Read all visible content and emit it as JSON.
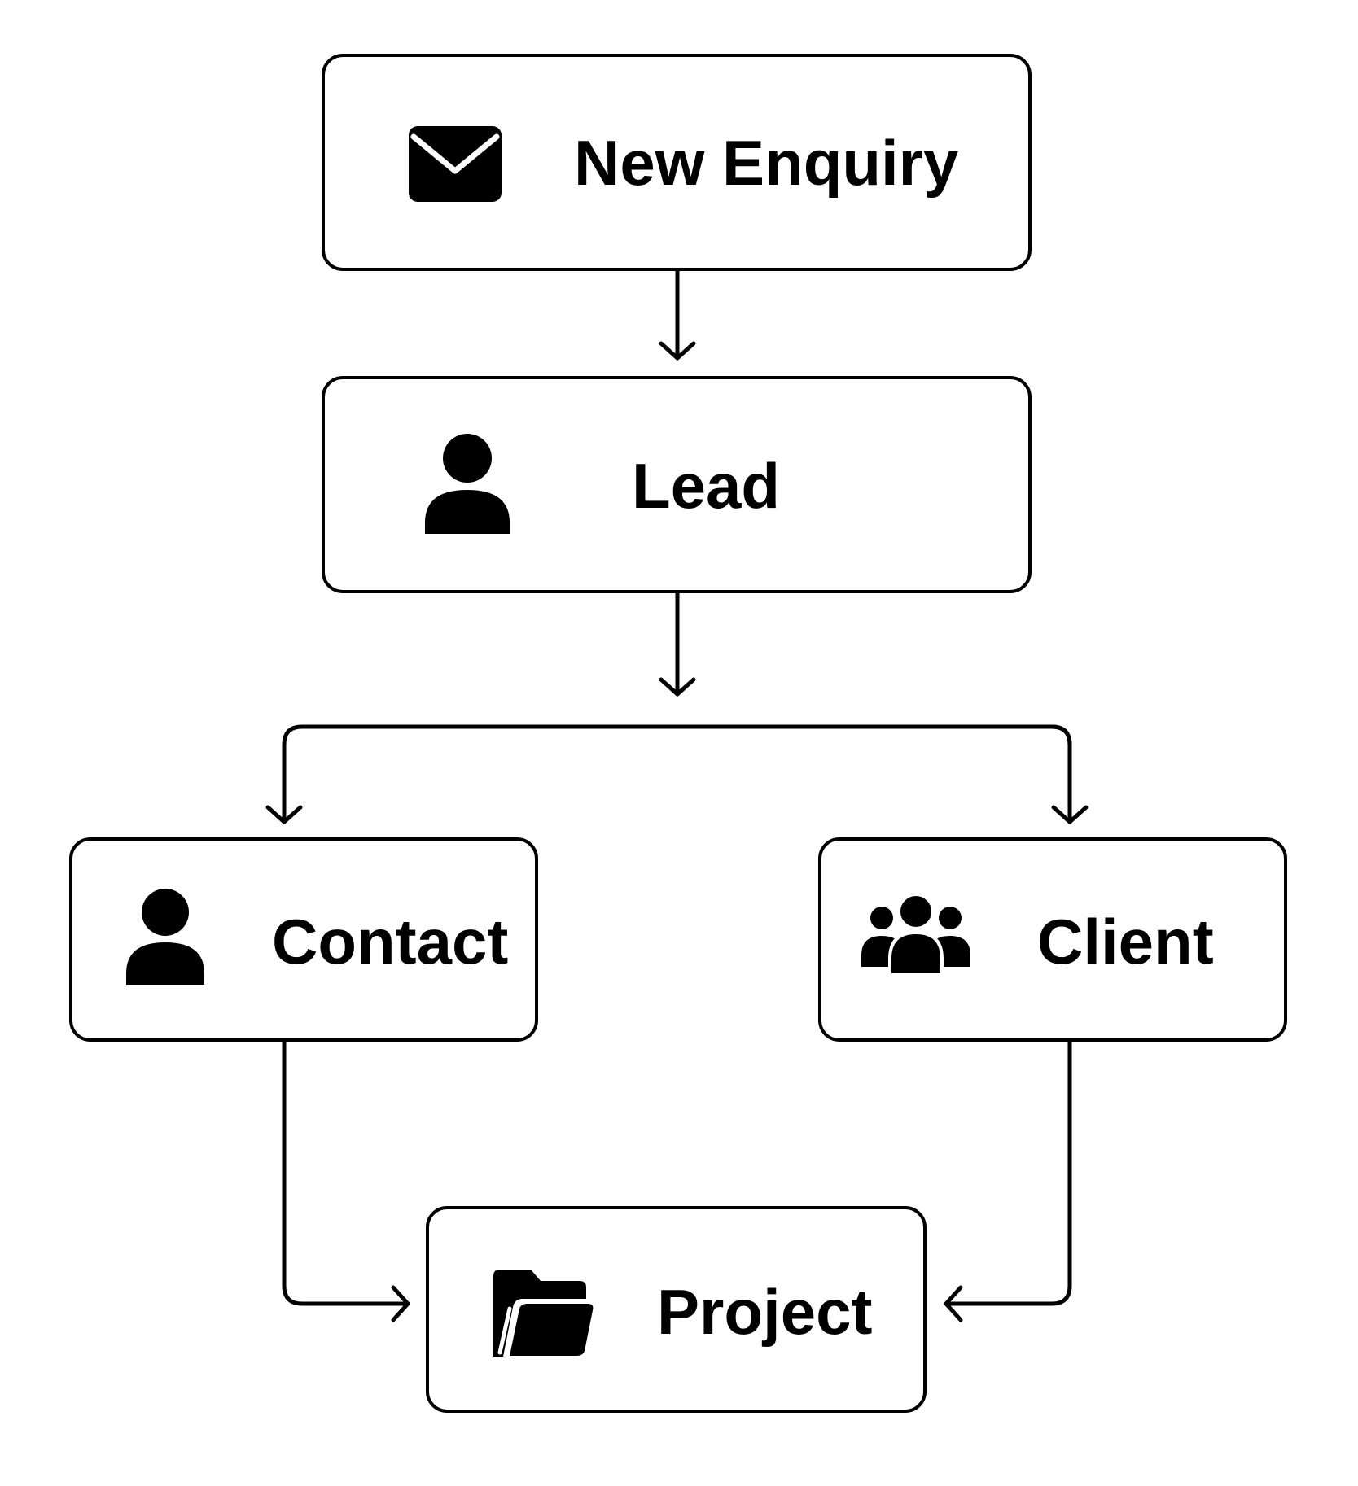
{
  "nodes": {
    "new_enquiry": {
      "label": "New Enquiry",
      "icon": "envelope-icon"
    },
    "lead": {
      "label": "Lead",
      "icon": "user-icon"
    },
    "contact": {
      "label": "Contact",
      "icon": "user-icon"
    },
    "client": {
      "label": "Client",
      "icon": "users-group-icon"
    },
    "project": {
      "label": "Project",
      "icon": "folder-open-icon"
    }
  },
  "edges": [
    {
      "from": "New Enquiry",
      "to": "Lead"
    },
    {
      "from": "Lead",
      "to": "Contact"
    },
    {
      "from": "Lead",
      "to": "Client"
    },
    {
      "from": "Contact",
      "to": "Project"
    },
    {
      "from": "Client",
      "to": "Project"
    }
  ],
  "colors": {
    "stroke": "#000000",
    "background": "#ffffff"
  }
}
